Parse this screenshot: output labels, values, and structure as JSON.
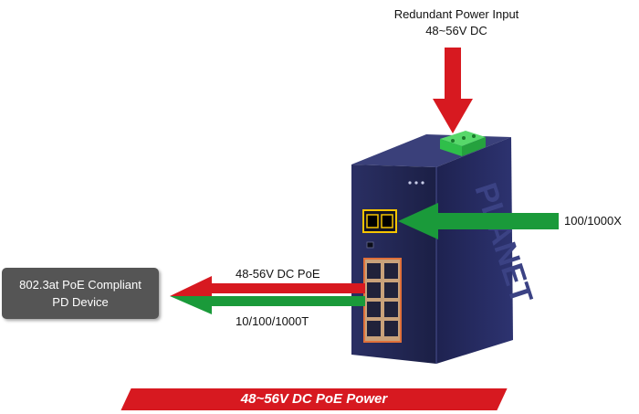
{
  "redundant_power": {
    "title": "Redundant Power Input",
    "voltage": "48~56V DC"
  },
  "fiber_port": {
    "label": "100/1000X"
  },
  "poe_output": {
    "power_label": "48-56V DC PoE",
    "ethernet_label": "10/100/1000T"
  },
  "pd_device": {
    "line1": "802.3at PoE Compliant",
    "line2": "PD Device"
  },
  "banner": {
    "text": "48~56V DC PoE Power"
  },
  "switch": {
    "brand": "PLANET"
  },
  "colors": {
    "power_arrow": "#d71920",
    "data_arrow": "#1a9a3a",
    "switch_body": "#22264f",
    "terminal_block": "#2fbf4a",
    "pd_box": "#555555",
    "banner": "#d71920"
  }
}
